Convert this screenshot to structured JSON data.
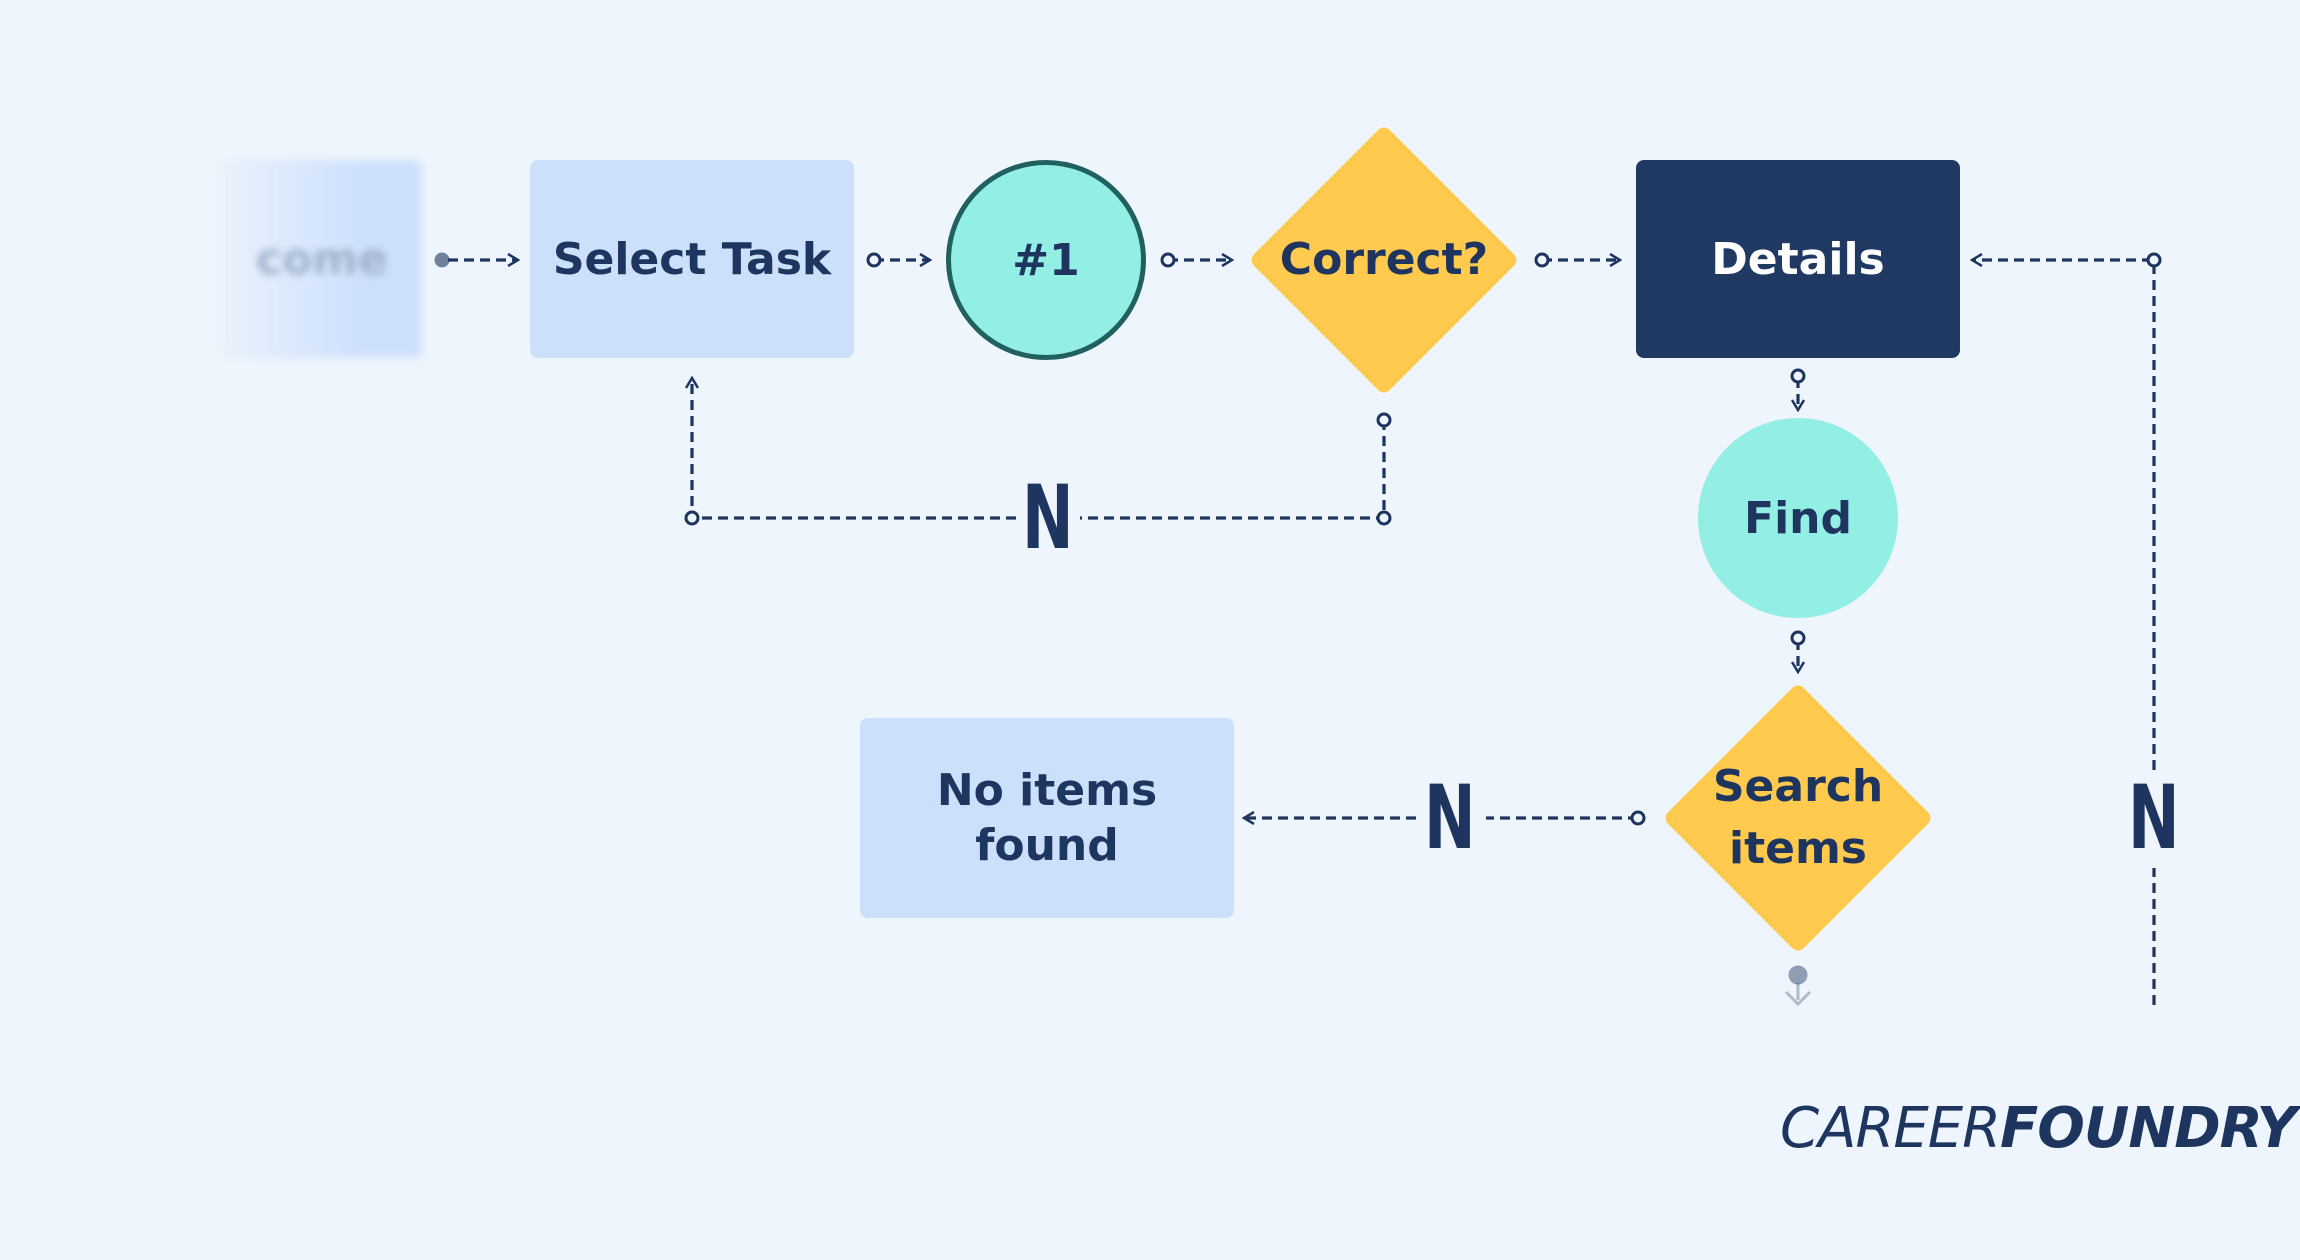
{
  "nodes": {
    "welcome": "come",
    "select_task": "Select Task",
    "step_one": "#1",
    "correct": "Correct?",
    "details": "Details",
    "find": "Find",
    "search_items": "Search items",
    "no_items_found": "No items found"
  },
  "branch_labels": {
    "correct_no": "N",
    "search_no": "N",
    "right_loop_no": "N"
  },
  "logo": {
    "light_part": "CAREER",
    "bold_part": "FOUNDRY"
  },
  "colors": {
    "background": "#eef5fd",
    "light_box": "#cde0fb",
    "dark_box": "#1f3963",
    "circle": "#93eee4",
    "diamond": "#ffca4d",
    "text": "#1e3560",
    "connector": "#1e3560"
  }
}
